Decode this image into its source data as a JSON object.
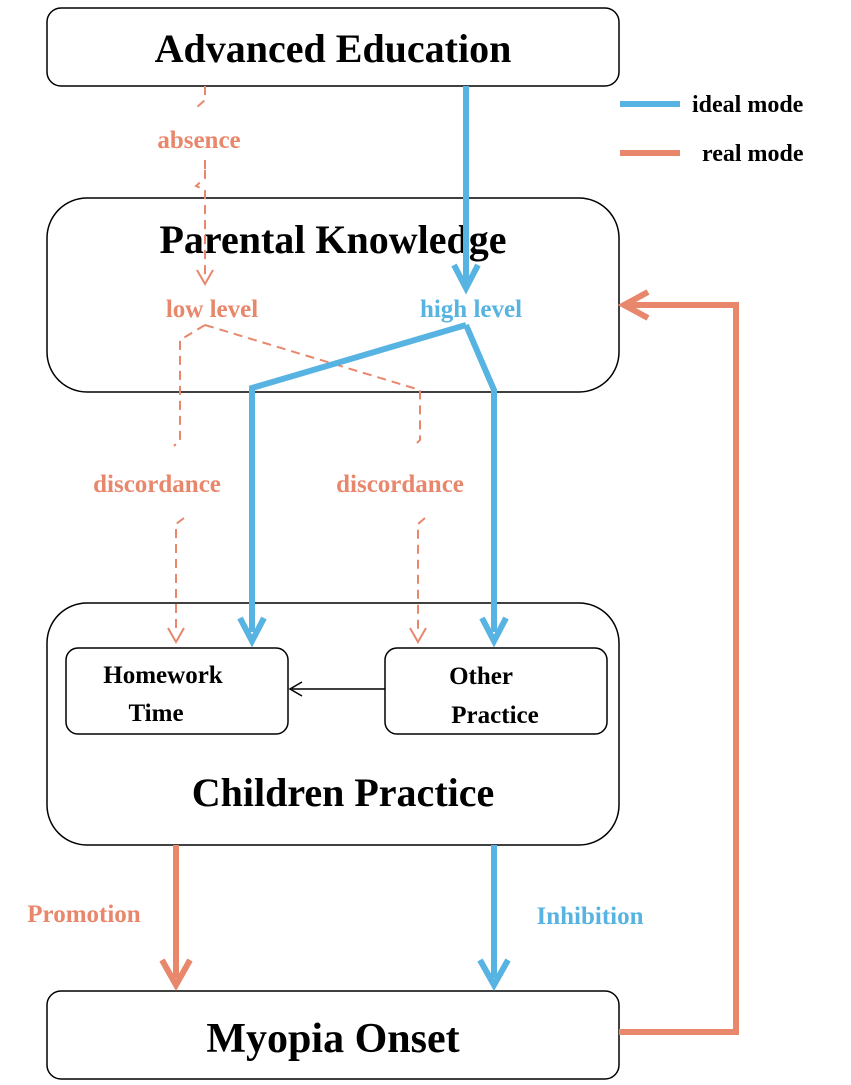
{
  "boxes": {
    "advanced_education": "Advanced Education",
    "parental_knowledge": "Parental Knowledge",
    "children_practice": "Children Practice",
    "homework_time": [
      "Homework",
      "Time"
    ],
    "other_practice": [
      "Other",
      "Practice"
    ],
    "myopia_onset": "Myopia Onset"
  },
  "labels": {
    "absence": "absence",
    "low_level": "low level",
    "high_level": "high level",
    "discordance_left": "discordance",
    "discordance_right": "discordance",
    "promotion": "Promotion",
    "inhibition": "Inhibition"
  },
  "legend": {
    "ideal": "ideal mode",
    "real": "real mode"
  },
  "colors": {
    "ideal": "#57b4e2",
    "real": "#e8876c",
    "box_stroke": "#000000"
  }
}
